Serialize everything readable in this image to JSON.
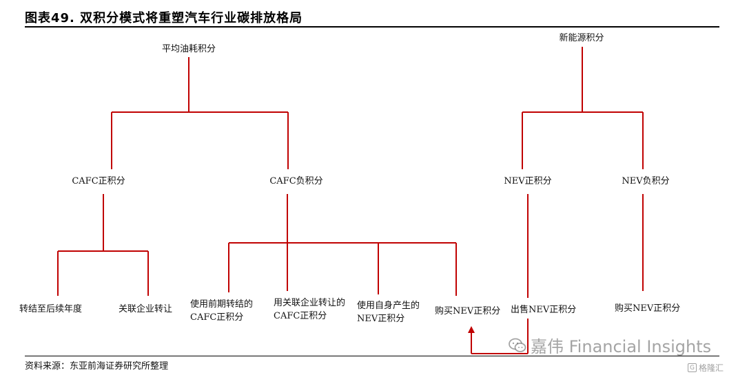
{
  "title": "图表49.  双积分模式将重塑汽车行业碳排放格局",
  "source": "资料来源：东亚前海证券研究所整理",
  "colors": {
    "connector": "#c00000",
    "text": "#111111"
  },
  "nodes": {
    "cafc_root": "平均油耗积分",
    "nev_root": "新能源积分",
    "cafc_positive": "CAFC正积分",
    "cafc_negative": "CAFC负积分",
    "nev_positive": "NEV正积分",
    "nev_negative": "NEV负积分",
    "carry_forward": "转结至后续年度",
    "affiliate_transfer": "关联企业转让",
    "use_prior_line1": "使用前期转结的",
    "use_prior_line2": "CAFC正积分",
    "use_affiliate_line1": "用关联企业转让的",
    "use_affiliate_line2": "CAFC正积分",
    "use_own_nev_line1": "使用自身产生的",
    "use_own_nev_line2": "NEV正积分",
    "buy_nev_positive": "购买NEV正积分",
    "sell_nev_positive": "出售NEV正积分",
    "buy_nev_positive_2": "购买NEV正积分"
  },
  "watermark": {
    "icon": "wechat-icon",
    "text": "嘉伟 Financial Insights"
  },
  "corner_logo": {
    "icon": "gelonghui-logo-icon",
    "text": "格隆汇"
  }
}
